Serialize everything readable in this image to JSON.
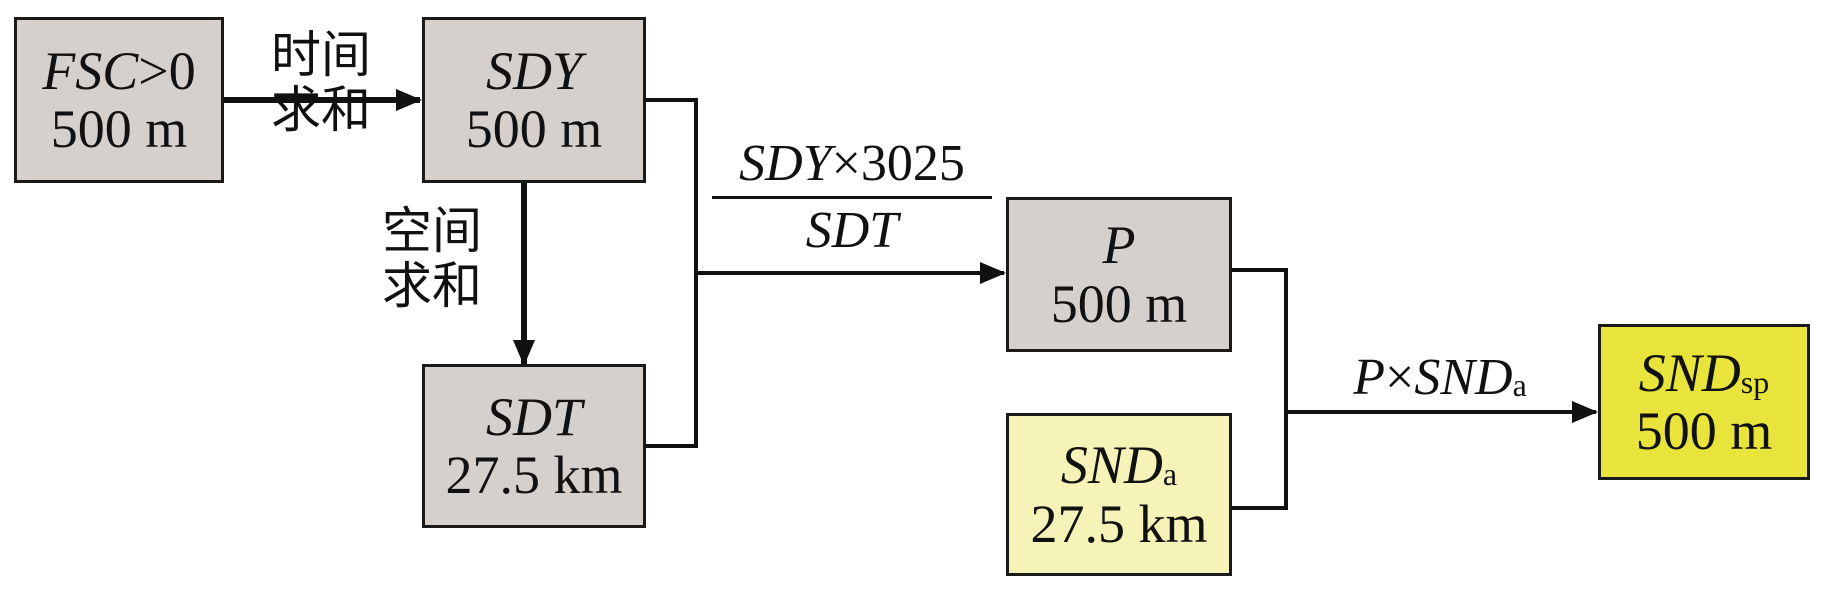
{
  "nodes": {
    "fsc": {
      "var_main": "FSC",
      "op": ">0",
      "res": "500 m"
    },
    "sdy": {
      "var_main": "SDY",
      "res": "500 m"
    },
    "sdt": {
      "var_main": "SDT",
      "res": "27.5 km"
    },
    "p": {
      "var_main": "P",
      "res": "500 m"
    },
    "snda": {
      "var_main": "SND",
      "var_sub": "a",
      "res": "27.5 km"
    },
    "sndsp": {
      "var_main": "SND",
      "var_sub": "sp",
      "res": "500 m"
    }
  },
  "edges": {
    "temporal_sum": {
      "line1": "时间",
      "line2": "求和"
    },
    "spatial_sum": {
      "line1": "空间",
      "line2": "求和"
    },
    "ratio": {
      "num_var": "SDY",
      "num_op": "×3025",
      "den_var": "SDT"
    },
    "product": {
      "a": "P",
      "op": "×",
      "b_main": "SND",
      "b_sub": "a"
    }
  },
  "colors": {
    "gray_box": "#d6d0cc",
    "light_yellow_box": "#f6f3b8",
    "yellow_box": "#e8e43c",
    "line": "#111111"
  }
}
